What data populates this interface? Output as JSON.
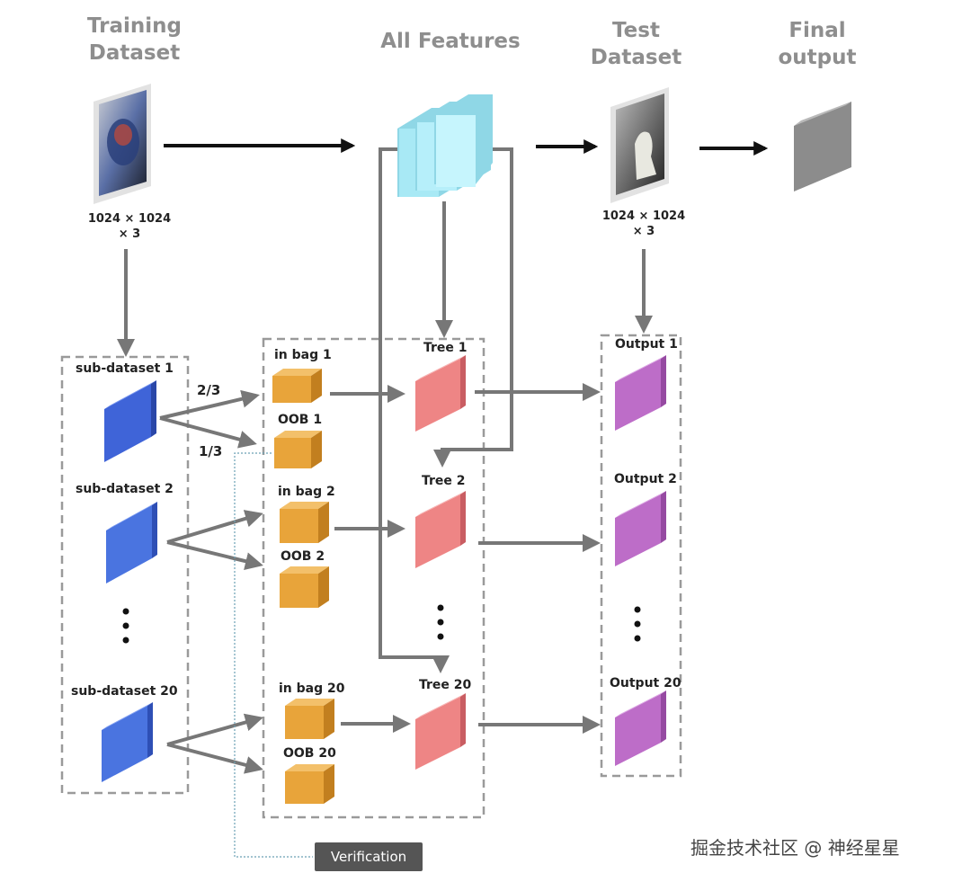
{
  "headers": {
    "training_dataset": "Training\nDataset",
    "all_features": "All Features",
    "test_dataset": "Test\nDataset",
    "final_output": "Final\noutput"
  },
  "dims": {
    "training": "1024 × 1024\n× 3",
    "test": "1024 × 1024\n× 3"
  },
  "subdatasets": [
    "sub-dataset 1",
    "sub-dataset 2",
    "sub-dataset 20"
  ],
  "split": {
    "in_fraction": "2/3",
    "oob_fraction": "1/3"
  },
  "bags": {
    "in": [
      "in bag 1",
      "in bag 2",
      "in bag 20"
    ],
    "oob": [
      "OOB 1",
      "OOB 2",
      "OOB 20"
    ]
  },
  "trees": [
    "Tree 1",
    "Tree 2",
    "Tree 20"
  ],
  "outputs": [
    "Output 1",
    "Output 2",
    "Output 20"
  ],
  "verification": "Verification",
  "watermark": "掘金技术社区 @ 神经星星",
  "colors": {
    "subdataset": "#3f64d8",
    "bag": "#e8a43a",
    "tree": "#ee8585",
    "output": "#bd6dc8",
    "features": "#a8e9f5",
    "final": "#8c8c8c",
    "arrow": "#777777",
    "dashed_border": "#9a9a9a"
  }
}
